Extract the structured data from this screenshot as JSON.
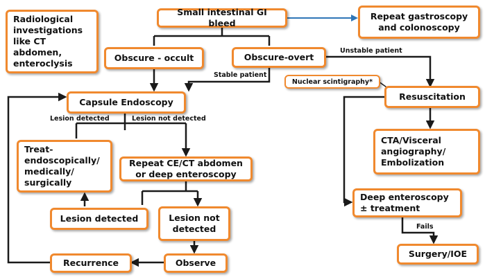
{
  "nodes": {
    "small_intestinal_gi_bleed": "Small intestinal GI bleed",
    "repeat_scopes": "Repeat gastroscopy\nand colonoscopy",
    "radiological": "Radiological\ninvestigations\nlike CT\nabdomen,\nenteroclysis",
    "obscure_occult": "Obscure - occult",
    "obscure_overt": "Obscure-overt",
    "nuclear_scintigraphy": "Nuclear scintigraphy*",
    "capsule_endoscopy": "Capsule Endoscopy",
    "resuscitation": "Resuscitation",
    "treat": "Treat-\nendoscopically/\nmedically/\nsurgically",
    "repeat_ce": "Repeat CE/CT abdomen\nor deep enteroscopy",
    "cta": "CTA/Visceral\nangiography/\nEmbolization",
    "lesion_detected_box": "Lesion detected",
    "lesion_not_detected_box": "Lesion not\ndetected",
    "deep_enteroscopy": "Deep enteroscopy\n± treatment",
    "recurrence": "Recurrence",
    "observe": "Observe",
    "surgery": "Surgery/IOE"
  },
  "edge_labels": {
    "unstable_patient": "Unstable patient",
    "stable_patient": "Stable patient",
    "lesion_detected": "Lesion detected",
    "lesion_not_detected": "Lesion not detected",
    "fails": "Fails"
  },
  "colors": {
    "box_border": "#f0892e",
    "arrow_dark": "#1a1a1a",
    "arrow_blue": "#2e75b6"
  }
}
